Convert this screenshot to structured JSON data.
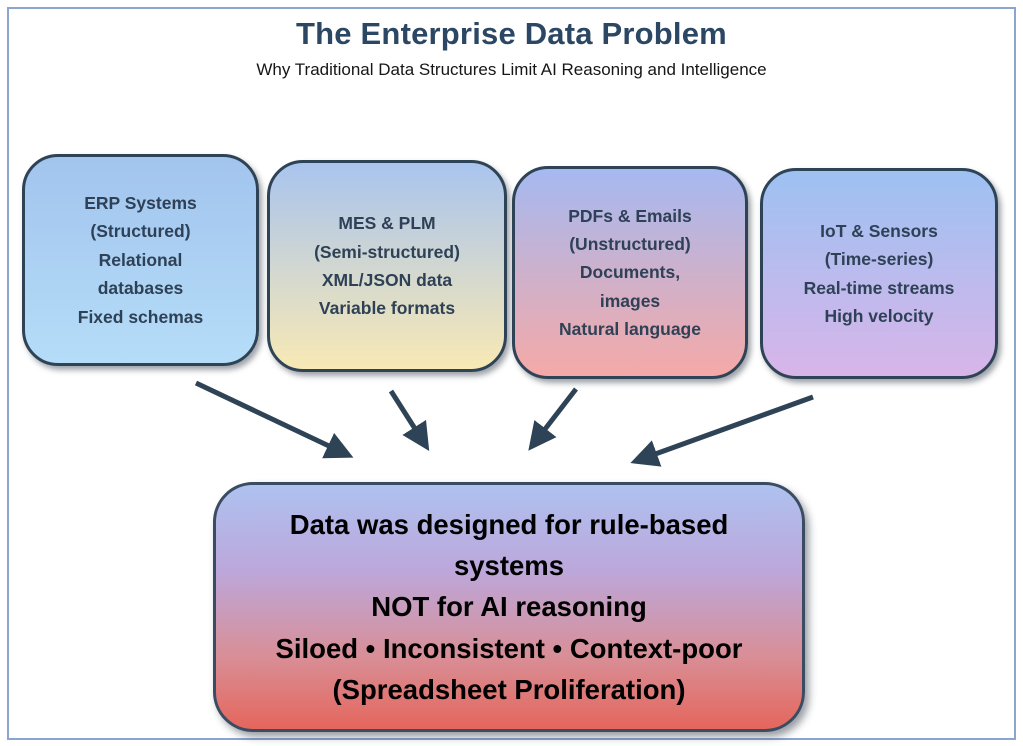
{
  "header": {
    "title": "The Enterprise Data Problem",
    "subtitle": "Why Traditional Data Structures Limit AI Reasoning and Intelligence"
  },
  "sources": [
    {
      "name": "ERP Systems",
      "lines": [
        "ERP Systems",
        "(Structured)",
        "Relational",
        "databases",
        "Fixed schemas"
      ],
      "gradient_top": "#A2C4EE",
      "gradient_bottom": "#B5DDF8"
    },
    {
      "name": "MES & PLM",
      "lines": [
        "MES & PLM",
        "(Semi-structured)",
        "XML/JSON data",
        "Variable formats"
      ],
      "gradient_top": "#A9C4EE",
      "gradient_bottom": "#F8E9B5"
    },
    {
      "name": "PDFs & Emails",
      "lines": [
        "PDFs & Emails",
        "(Unstructured)",
        "Documents,",
        "images",
        "Natural language"
      ],
      "gradient_top": "#A5B9F1",
      "gradient_bottom": "#F5A9A7"
    },
    {
      "name": "IoT & Sensors",
      "lines": [
        "IoT & Sensors",
        "(Time-series)",
        "Real-time streams",
        "High velocity"
      ],
      "gradient_top": "#9DC1F2",
      "gradient_bottom": "#D8B5E9"
    }
  ],
  "conclusion": {
    "lines": [
      "Data was designed for rule-based",
      "systems",
      "NOT for AI reasoning",
      "Siloed • Inconsistent • Context-poor",
      "(Spreadsheet Proliferation)"
    ],
    "gradient_top": "#AEC2F0",
    "gradient_middle": "#BCA7DB",
    "gradient_bottom": "#E5665C"
  },
  "palette": {
    "frame_border": "#8AA5CF",
    "box_outline": "#2F4356",
    "title_color": "#2B4763",
    "box_text_color": "#2E4156",
    "arrow_color": "#2F4356",
    "conclusion_text_color": "#000000"
  }
}
